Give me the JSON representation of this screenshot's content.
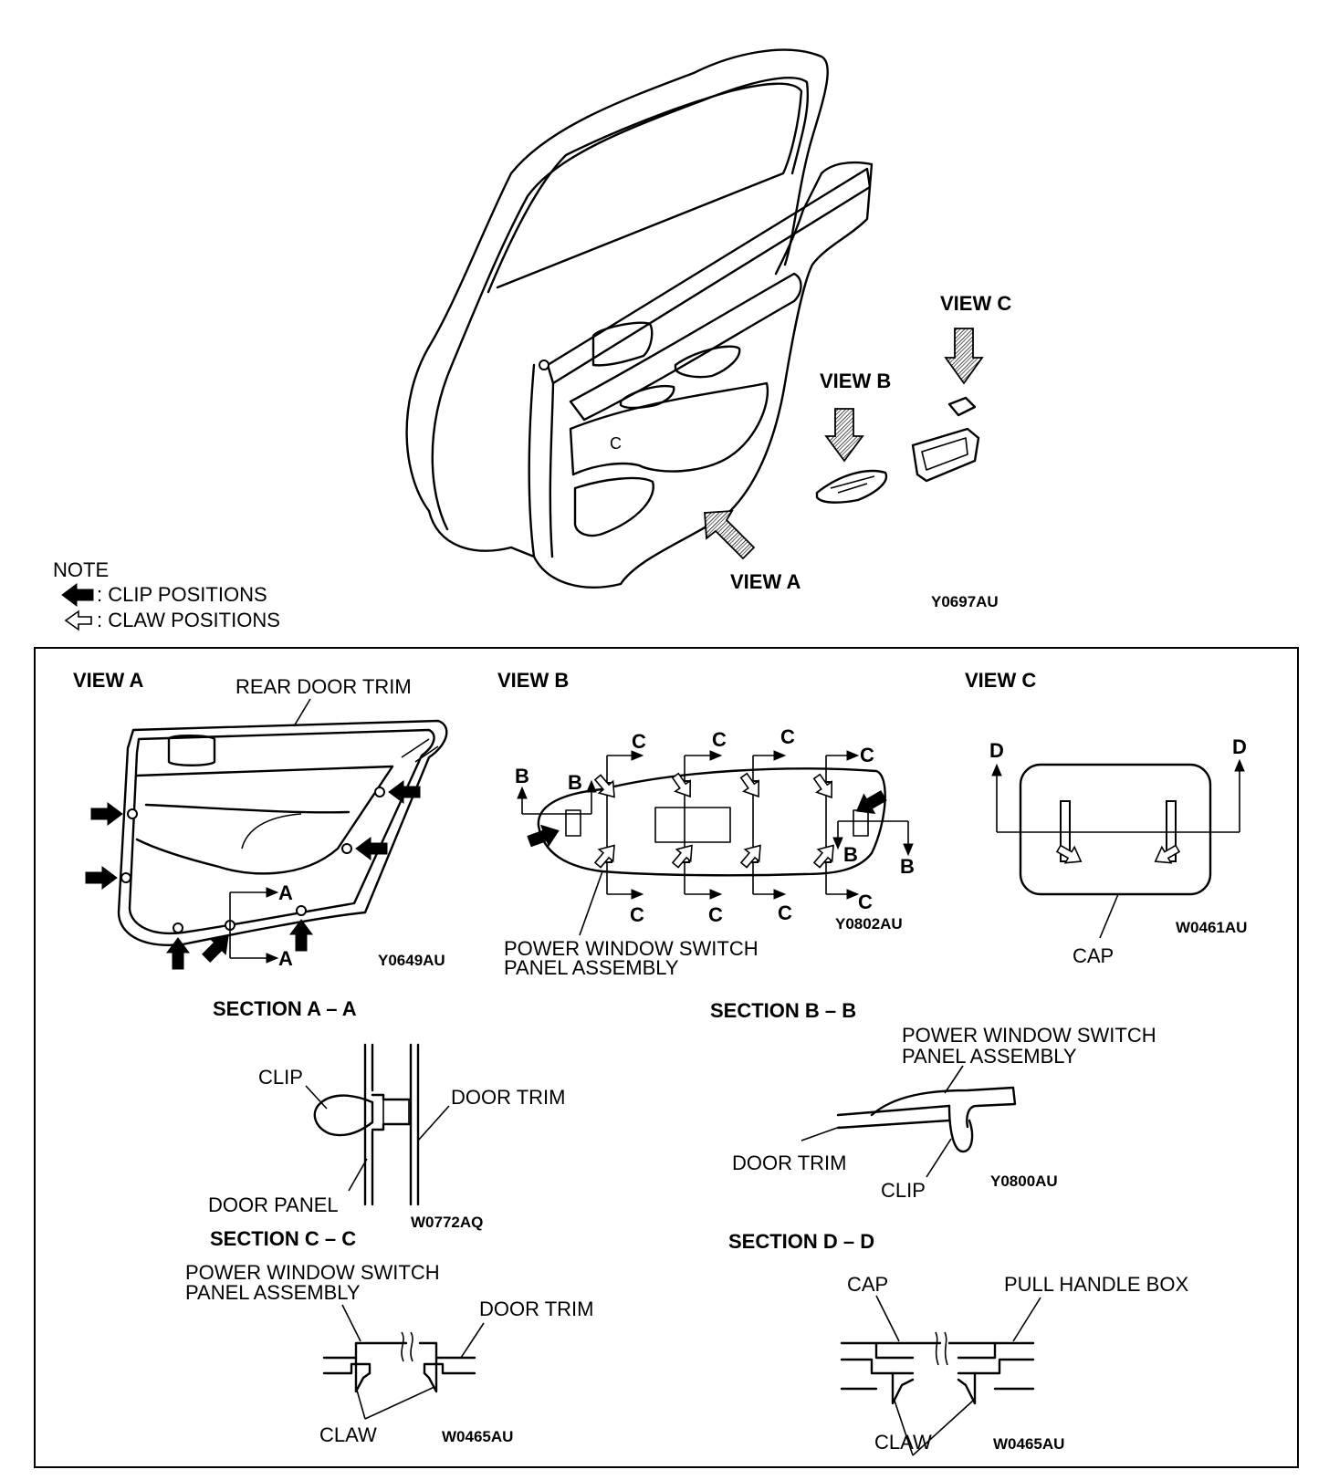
{
  "top": {
    "view_a_label": "VIEW A",
    "view_b_label": "VIEW B",
    "view_c_label": "VIEW C",
    "figure_code": "Y0697AU",
    "note_title": "NOTE",
    "note_clip": ": CLIP POSITIONS",
    "note_claw": ": CLAW POSITIONS",
    "door_mark": "C"
  },
  "view_a": {
    "title": "VIEW A",
    "trim_label": "REAR DOOR TRIM",
    "section_a": "A",
    "code": "Y0649AU"
  },
  "view_b": {
    "title": "VIEW B",
    "section_b": "B",
    "section_c": "C",
    "part_label_line1": "POWER WINDOW SWITCH",
    "part_label_line2": "PANEL ASSEMBLY",
    "code": "Y0802AU"
  },
  "view_c": {
    "title": "VIEW C",
    "section_d": "D",
    "cap_label": "CAP",
    "code": "W0461AU"
  },
  "section_aa": {
    "title": "SECTION A – A",
    "clip": "CLIP",
    "door_trim": "DOOR TRIM",
    "door_panel": "DOOR PANEL",
    "code": "W0772AQ"
  },
  "section_bb": {
    "title": "SECTION B – B",
    "part_line1": "POWER WINDOW SWITCH",
    "part_line2": "PANEL ASSEMBLY",
    "door_trim": "DOOR TRIM",
    "clip": "CLIP",
    "code": "Y0800AU"
  },
  "section_cc": {
    "title": "SECTION C – C",
    "part_line1": "POWER WINDOW SWITCH",
    "part_line2": "PANEL ASSEMBLY",
    "door_trim": "DOOR TRIM",
    "claw": "CLAW",
    "code": "W0465AU"
  },
  "section_dd": {
    "title": "SECTION D – D",
    "cap": "CAP",
    "pull_handle_box": "PULL HANDLE BOX",
    "claw": "CLAW",
    "code": "W0465AU"
  }
}
